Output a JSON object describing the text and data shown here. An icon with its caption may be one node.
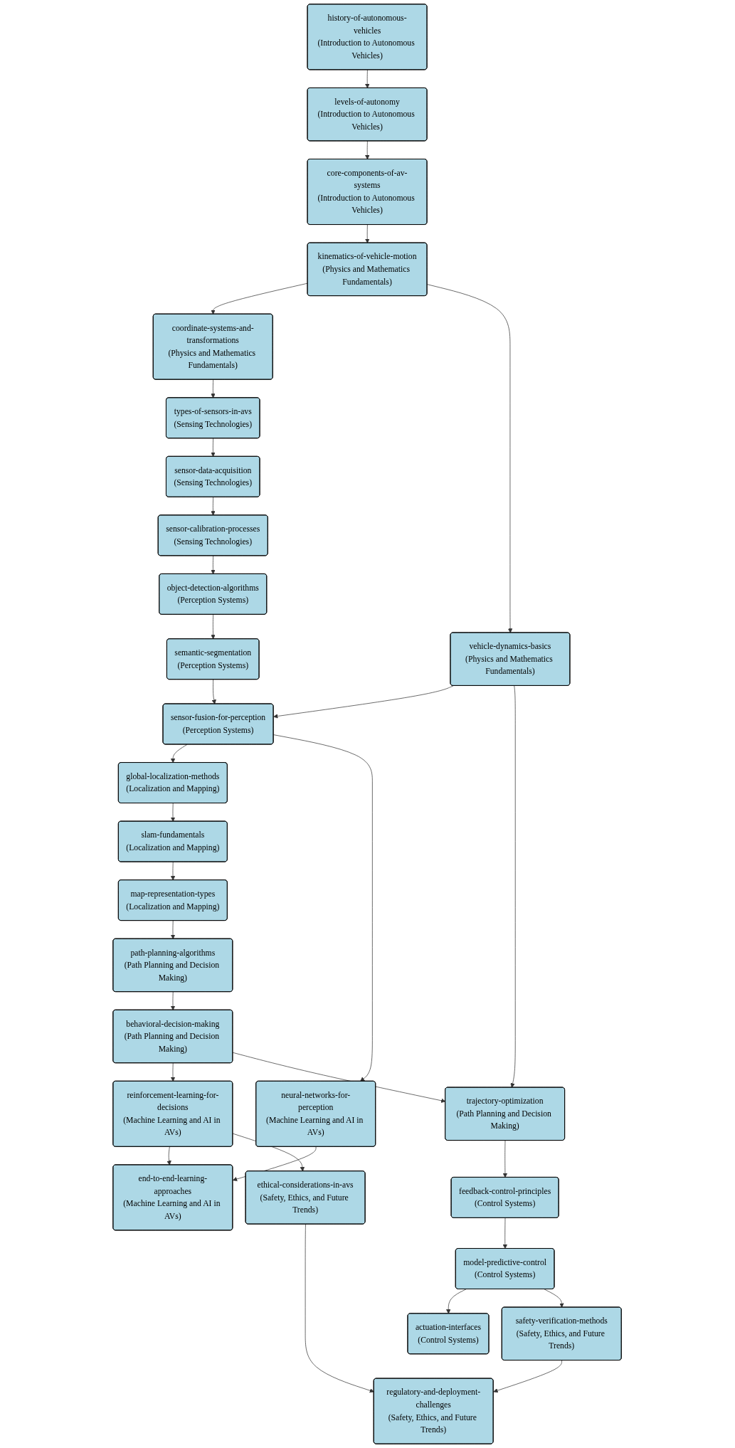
{
  "diagram": {
    "nodes": [
      {
        "text": [
          "history-of-autonomous-vehicles",
          "(Introduction to Autonomous Vehicles)"
        ]
      },
      {
        "text": [
          "levels-of-autonomy",
          "(Introduction to Autonomous Vehicles)"
        ]
      },
      {
        "text": [
          "core-components-of-av-systems",
          "(Introduction to Autonomous Vehicles)"
        ]
      },
      {
        "text": [
          "kinematics-of-vehicle-motion",
          "(Physics and Mathematics Fundamentals)"
        ]
      },
      {
        "text": [
          "coordinate-systems-and-transformations",
          "(Physics and Mathematics Fundamentals)"
        ]
      },
      {
        "text": [
          "types-of-sensors-in-avs",
          "(Sensing Technologies)"
        ]
      },
      {
        "text": [
          "sensor-data-acquisition",
          "(Sensing Technologies)"
        ]
      },
      {
        "text": [
          "sensor-calibration-processes",
          "(Sensing Technologies)"
        ]
      },
      {
        "text": [
          "object-detection-algorithms",
          "(Perception Systems)"
        ]
      },
      {
        "text": [
          "semantic-segmentation",
          "(Perception Systems)"
        ]
      },
      {
        "text": [
          "vehicle-dynamics-basics",
          "(Physics and Mathematics Fundamentals)"
        ]
      },
      {
        "text": [
          "sensor-fusion-for-perception",
          "(Perception Systems)"
        ]
      },
      {
        "text": [
          "global-localization-methods",
          "(Localization and Mapping)"
        ]
      },
      {
        "text": [
          "neural-networks-for-perception",
          "(Machine Learning and AI in AVs)"
        ]
      },
      {
        "text": [
          "slam-fundamentals",
          "(Localization and Mapping)"
        ]
      },
      {
        "text": [
          "map-representation-types",
          "(Localization and Mapping)"
        ]
      },
      {
        "text": [
          "path-planning-algorithms",
          "(Path Planning and Decision Making)"
        ]
      },
      {
        "text": [
          "behavioral-decision-making",
          "(Path Planning and Decision Making)"
        ]
      },
      {
        "text": [
          "reinforcement-learning-for-decisions",
          "(Machine Learning and AI in AVs)"
        ]
      },
      {
        "text": [
          "trajectory-optimization",
          "(Path Planning and Decision Making)"
        ]
      },
      {
        "text": [
          "end-to-end-learning-approaches",
          "(Machine Learning and AI in AVs)"
        ]
      },
      {
        "text": [
          "feedback-control-principles",
          "(Control Systems)"
        ]
      },
      {
        "text": [
          "ethical-considerations-in-avs",
          "(Safety, Ethics, and Future Trends)"
        ]
      },
      {
        "text": [
          "model-predictive-control",
          "(Control Systems)"
        ]
      },
      {
        "text": [
          "actuation-interfaces",
          "(Control Systems)"
        ]
      },
      {
        "text": [
          "safety-verification-methods",
          "(Safety, Ethics, and Future Trends)"
        ]
      },
      {
        "text": [
          "regulatory-and-deployment-challenges",
          "(Safety, Ethics, and Future Trends)"
        ]
      }
    ],
    "edges": [
      {
        "from": 0,
        "to": 1,
        "arrow": "to"
      },
      {
        "from": 1,
        "to": 2,
        "arrow": "to"
      },
      {
        "from": 2,
        "to": 3,
        "arrow": "to"
      },
      {
        "from": 3,
        "to": 4,
        "arrow": "to"
      },
      {
        "from": 3,
        "to": 10,
        "arrow": "to"
      },
      {
        "from": 4,
        "to": 5,
        "arrow": "to"
      },
      {
        "from": 5,
        "to": 6,
        "arrow": "to"
      },
      {
        "from": 6,
        "to": 7,
        "arrow": "to"
      },
      {
        "from": 7,
        "to": 8,
        "arrow": "to"
      },
      {
        "from": 8,
        "to": 9,
        "arrow": "to"
      },
      {
        "from": 9,
        "to": 11,
        "arrow": "to"
      },
      {
        "from": 10,
        "to": 11,
        "arrow": "to"
      },
      {
        "from": 10,
        "to": 19,
        "arrow": "to"
      },
      {
        "from": 11,
        "to": 12,
        "arrow": "to"
      },
      {
        "from": 11,
        "to": 13,
        "arrow": "to"
      },
      {
        "from": 12,
        "to": 14,
        "arrow": "to"
      },
      {
        "from": 13,
        "to": 20,
        "arrow": "to"
      },
      {
        "from": 14,
        "to": 15,
        "arrow": "to"
      },
      {
        "from": 15,
        "to": 16,
        "arrow": "to"
      },
      {
        "from": 16,
        "to": 17,
        "arrow": "to"
      },
      {
        "from": 17,
        "to": 18,
        "arrow": "to"
      },
      {
        "from": 17,
        "to": 19,
        "arrow": "to"
      },
      {
        "from": 18,
        "to": 20,
        "arrow": "to"
      },
      {
        "from": 18,
        "to": 22,
        "arrow": "to"
      },
      {
        "from": 19,
        "to": 21,
        "arrow": "to"
      },
      {
        "from": 21,
        "to": 23,
        "arrow": "to"
      },
      {
        "from": 22,
        "to": 26,
        "arrow": "to"
      },
      {
        "from": 23,
        "to": 24,
        "arrow": "to"
      },
      {
        "from": 23,
        "to": 25,
        "arrow": "to"
      },
      {
        "from": 25,
        "to": 26,
        "arrow": "to"
      }
    ]
  }
}
